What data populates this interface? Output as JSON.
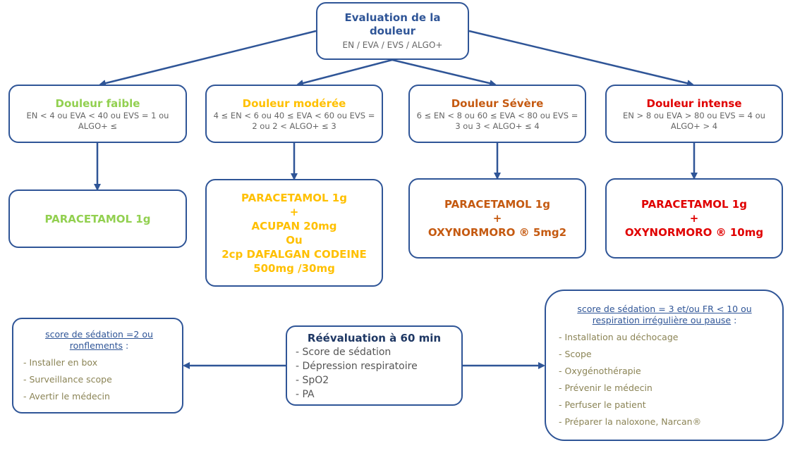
{
  "evaluation": {
    "title": "Evaluation de la douleur",
    "subtitle": "EN / EVA / EVS / ALGO+"
  },
  "categories": [
    {
      "title": "Douleur faible",
      "criteria": "EN < 4 ou EVA < 40 ou EVS = 1 ou ALGO+ ≤",
      "color": "#92D050",
      "treatment": [
        "PARACETAMOL 1g"
      ]
    },
    {
      "title": "Douleur modérée",
      "criteria": "4 ≤ EN < 6 ou 40 ≤ EVA < 60 ou EVS = 2 ou 2 < ALGO+ ≤ 3",
      "color": "#FFC000",
      "treatment": [
        "PARACETAMOL 1g",
        "+",
        "ACUPAN 20mg",
        "Ou",
        "2cp DAFALGAN CODEINE",
        "500mg /30mg"
      ]
    },
    {
      "title": "Douleur Sévère",
      "criteria": "6 ≤ EN < 8 ou 60 ≤ EVA < 80 ou EVS = 3 ou 3 < ALGO+ ≤ 4",
      "color": "#C55A11",
      "treatment": [
        "PARACETAMOL 1g",
        "+",
        "OXYNORMORO ® 5mg2"
      ]
    },
    {
      "title": "Douleur intense",
      "criteria": "EN > 8 ou EVA > 80 ou EVS = 4 ou ALGO+ > 4",
      "color": "#E00000",
      "treatment": [
        "PARACETAMOL 1g",
        "+",
        "OXYNORMORO ® 10mg"
      ]
    }
  ],
  "reevaluation": {
    "title": "Réévaluation à 60 min",
    "items": [
      "- Score de sédation",
      "- Dépression respiratoire",
      "- SpO2",
      "- PA"
    ]
  },
  "left_box": {
    "title": "score de sédation =2 ou ronflements",
    "suffix": " :",
    "items": [
      "- Installer en box",
      "- Surveillance scope",
      "- Avertir le médecin"
    ]
  },
  "right_box": {
    "title": "score de sédation = 3 et/ou FR < 10 ou respiration irrégulière ou pause",
    "suffix": " :",
    "items": [
      "- Installation au déchocage",
      "- Scope",
      "- Oxygénothérapie",
      "- Prévenir le médecin",
      "- Perfuser le patient",
      "- Préparer la naloxone, Narcan®"
    ]
  }
}
